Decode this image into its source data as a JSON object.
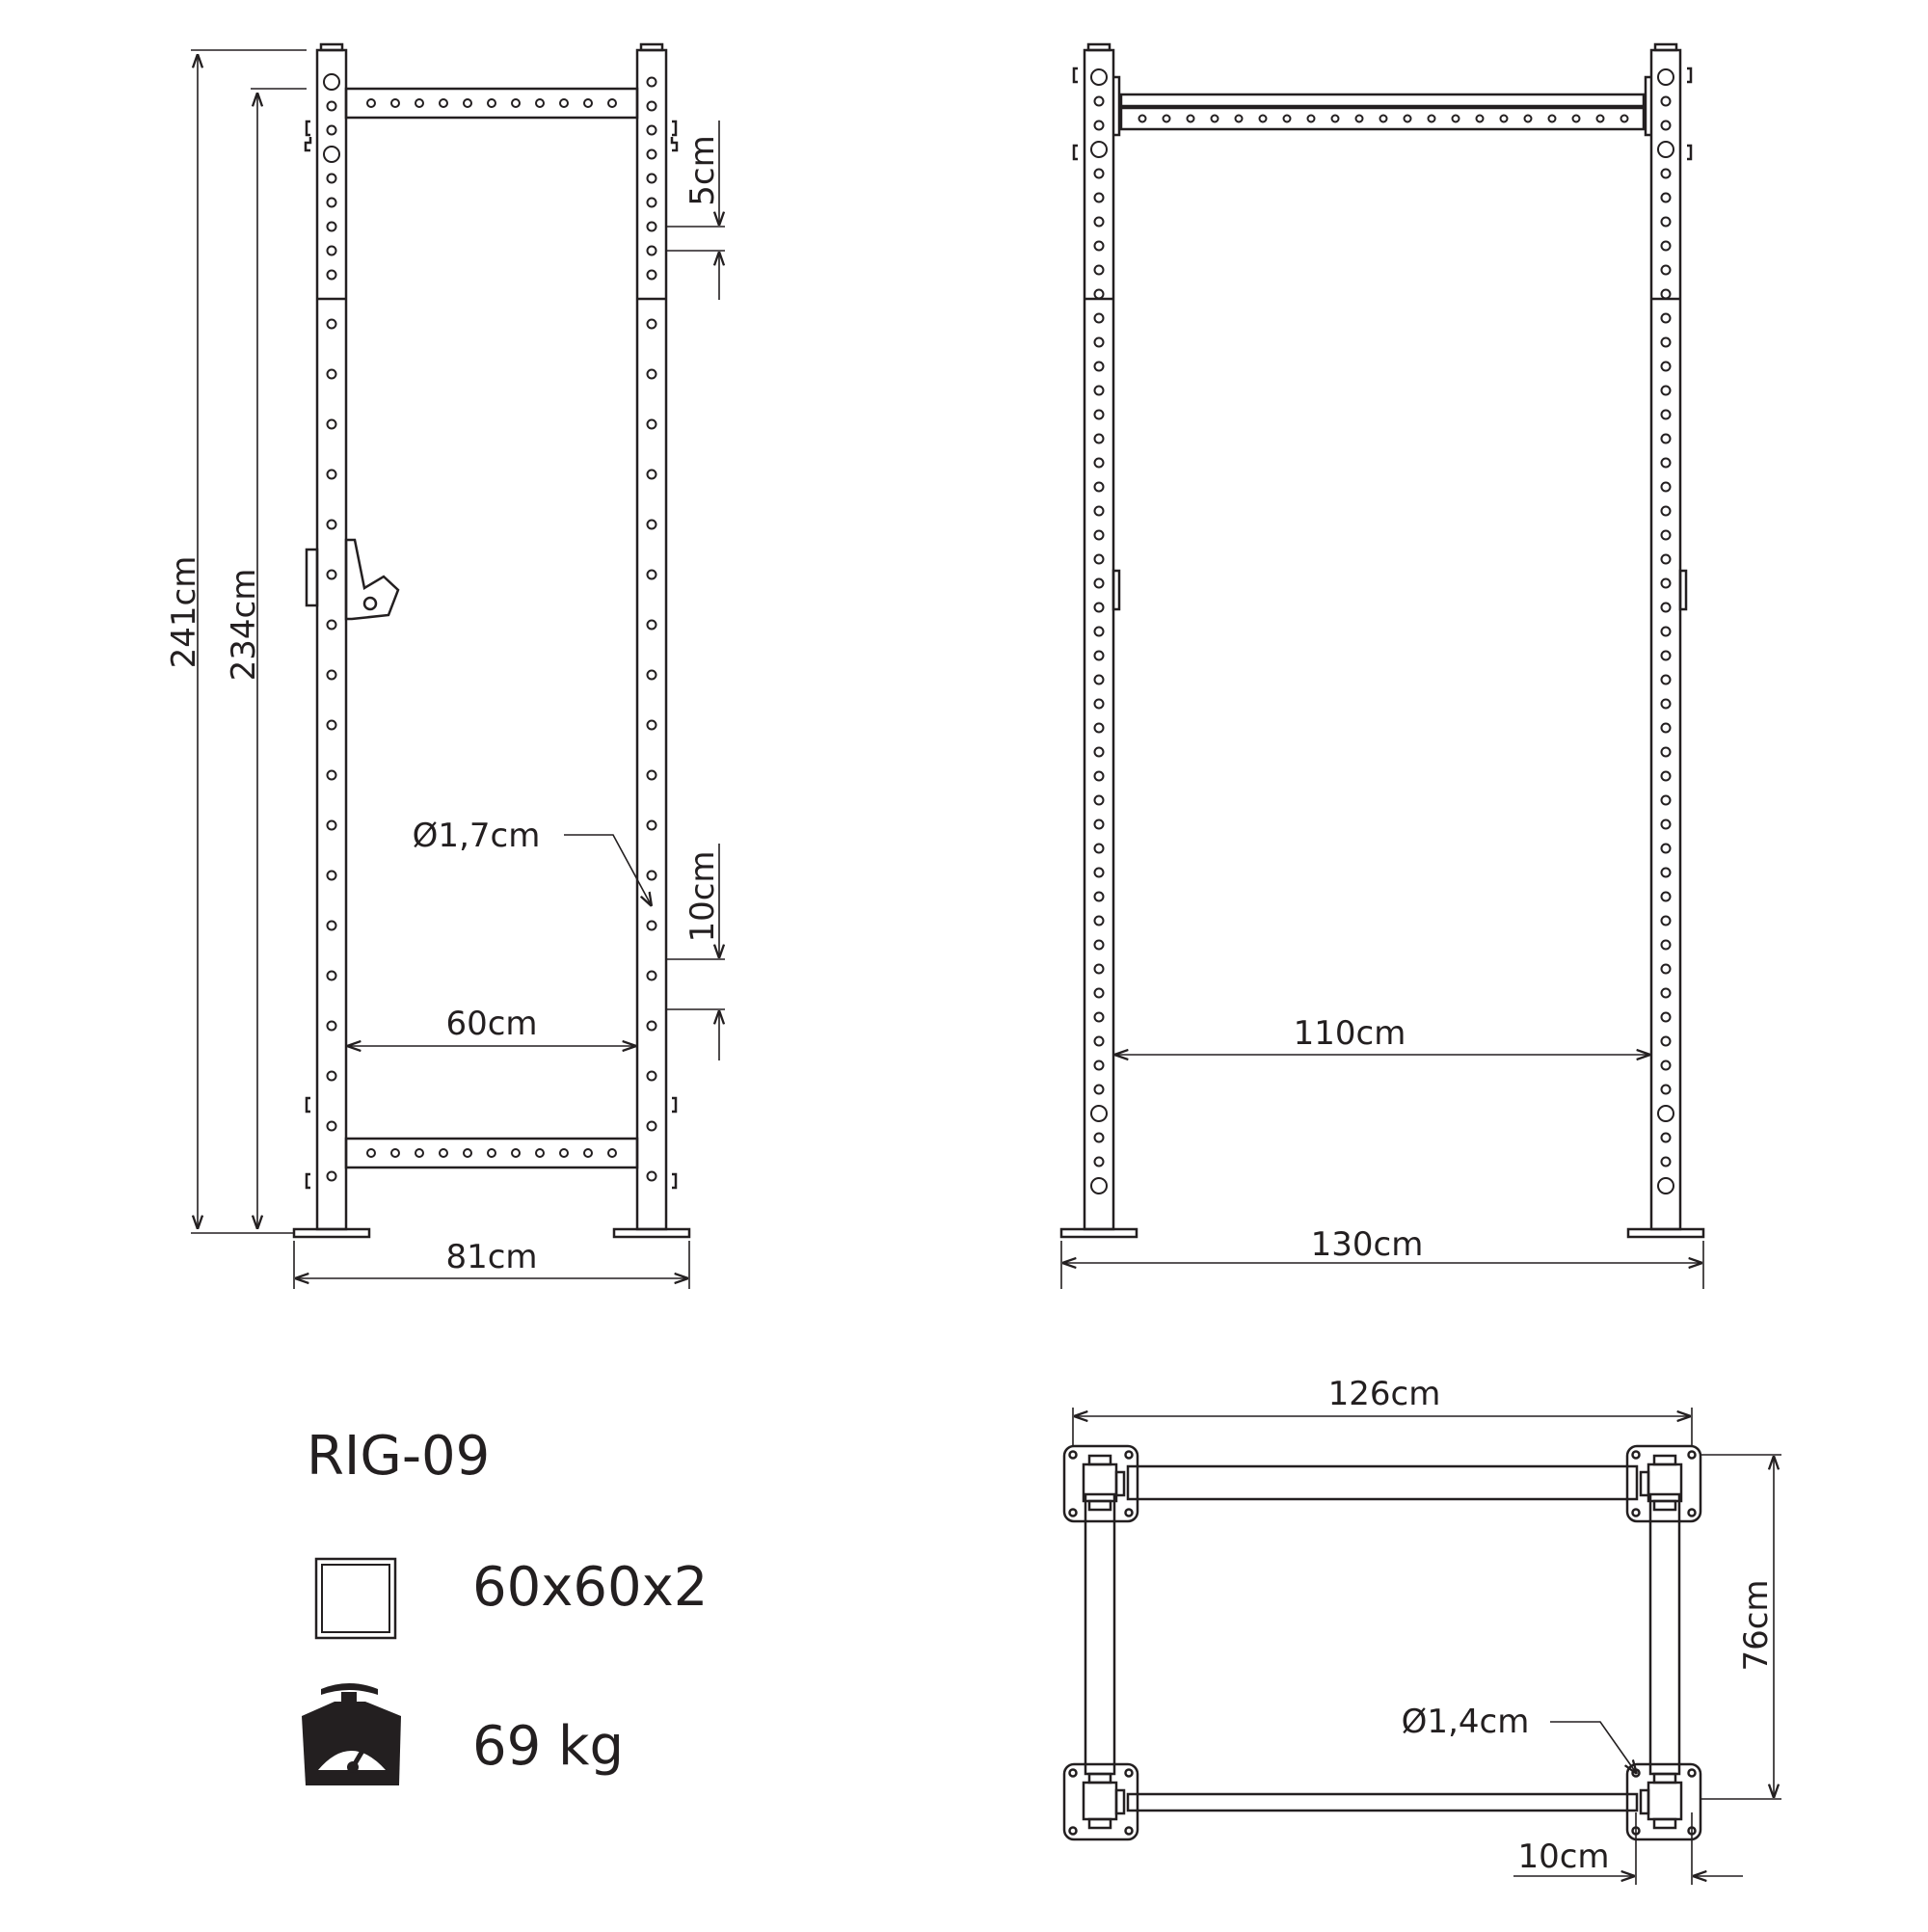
{
  "model": "RIG-09",
  "specs": {
    "profile": "60x60x2",
    "weight": "69 kg",
    "profile_icon": "square-tube-icon",
    "weight_icon": "scale-icon"
  },
  "side_view": {
    "height_total": "241cm",
    "height_crossbar": "234cm",
    "hole_spacing_top": "5cm",
    "hole_diameter": "Ø1,7cm",
    "hole_spacing": "10cm",
    "inner_width": "60cm",
    "base_width": "81cm"
  },
  "front_view": {
    "inner_width": "110cm",
    "base_width": "130cm"
  },
  "top_view": {
    "width": "126cm",
    "depth": "76cm",
    "bolt_diameter": "Ø1,4cm",
    "offset": "10cm"
  },
  "colors": {
    "line": "#231f20",
    "background": "#ffffff"
  }
}
